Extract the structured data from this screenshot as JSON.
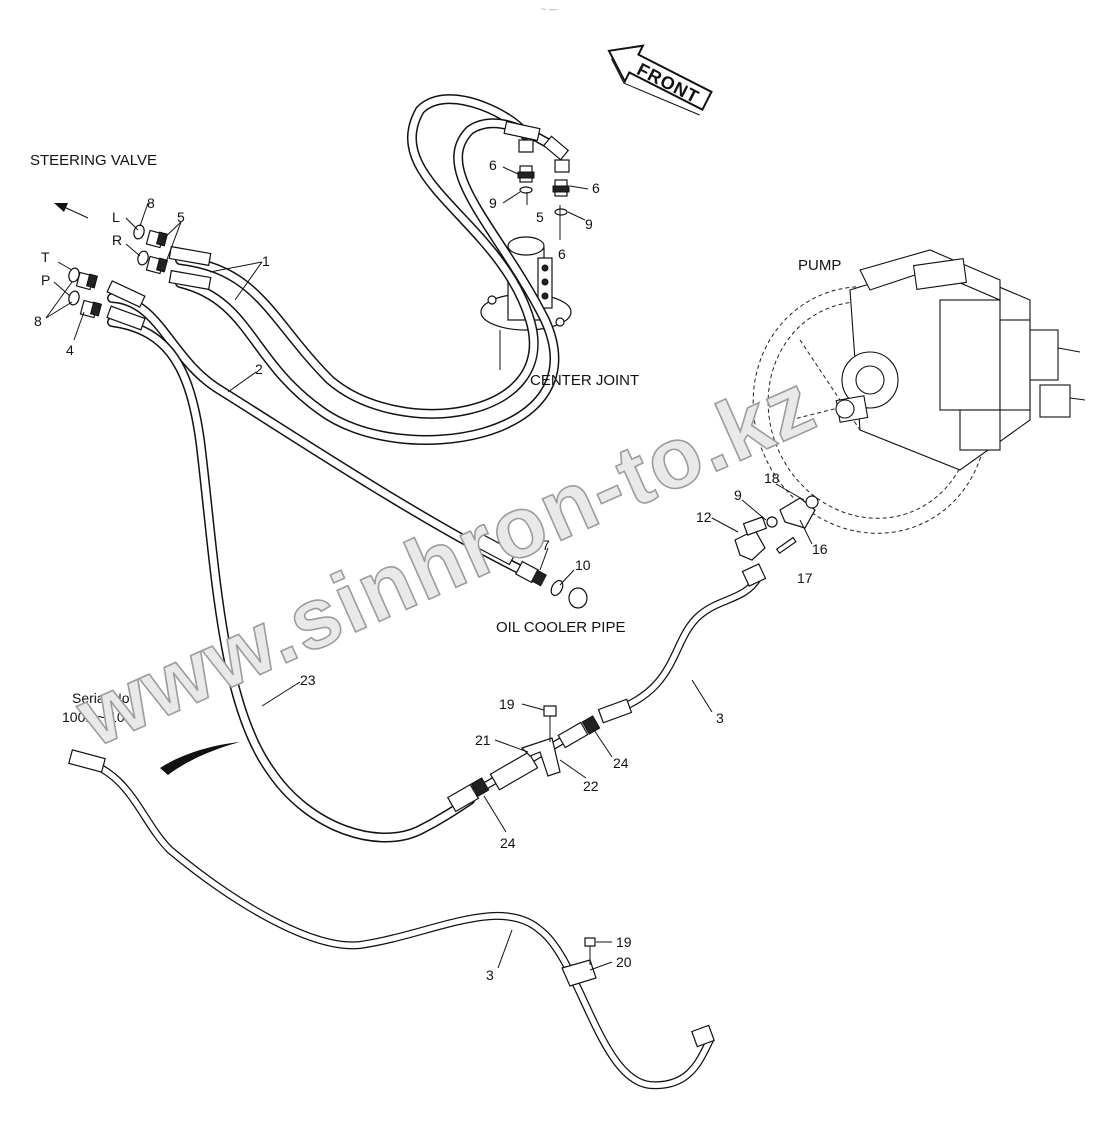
{
  "title_code": "~ —",
  "labels": {
    "front": "FRONT",
    "steering_valve": "STEERING VALVE",
    "center_joint": "CENTER JOINT",
    "pump": "PUMP",
    "oil_cooler_pipe": "OIL COOLER PIPE",
    "serial_line1": "Serial No.",
    "serial_line2": "1001 ~ 1006",
    "port_L": "L",
    "port_R": "R",
    "port_T": "T",
    "port_P": "P"
  },
  "watermark": "www.sinhron-to.kz",
  "callouts": {
    "c1": "1",
    "c2": "2",
    "c3a": "3",
    "c3b": "3",
    "c4": "4",
    "c5a": "5",
    "c5b": "5",
    "c6a": "6",
    "c6b": "6",
    "c6c": "6",
    "c7": "7",
    "c8a": "8",
    "c8b": "8",
    "c9a": "9",
    "c9b": "9",
    "c9c": "9",
    "c10": "10",
    "c12": "12",
    "c16": "16",
    "c17": "17",
    "c18": "18",
    "c19a": "19",
    "c19b": "19",
    "c20": "20",
    "c21": "21",
    "c22": "22",
    "c23": "23",
    "c24a": "24",
    "c24b": "24"
  }
}
